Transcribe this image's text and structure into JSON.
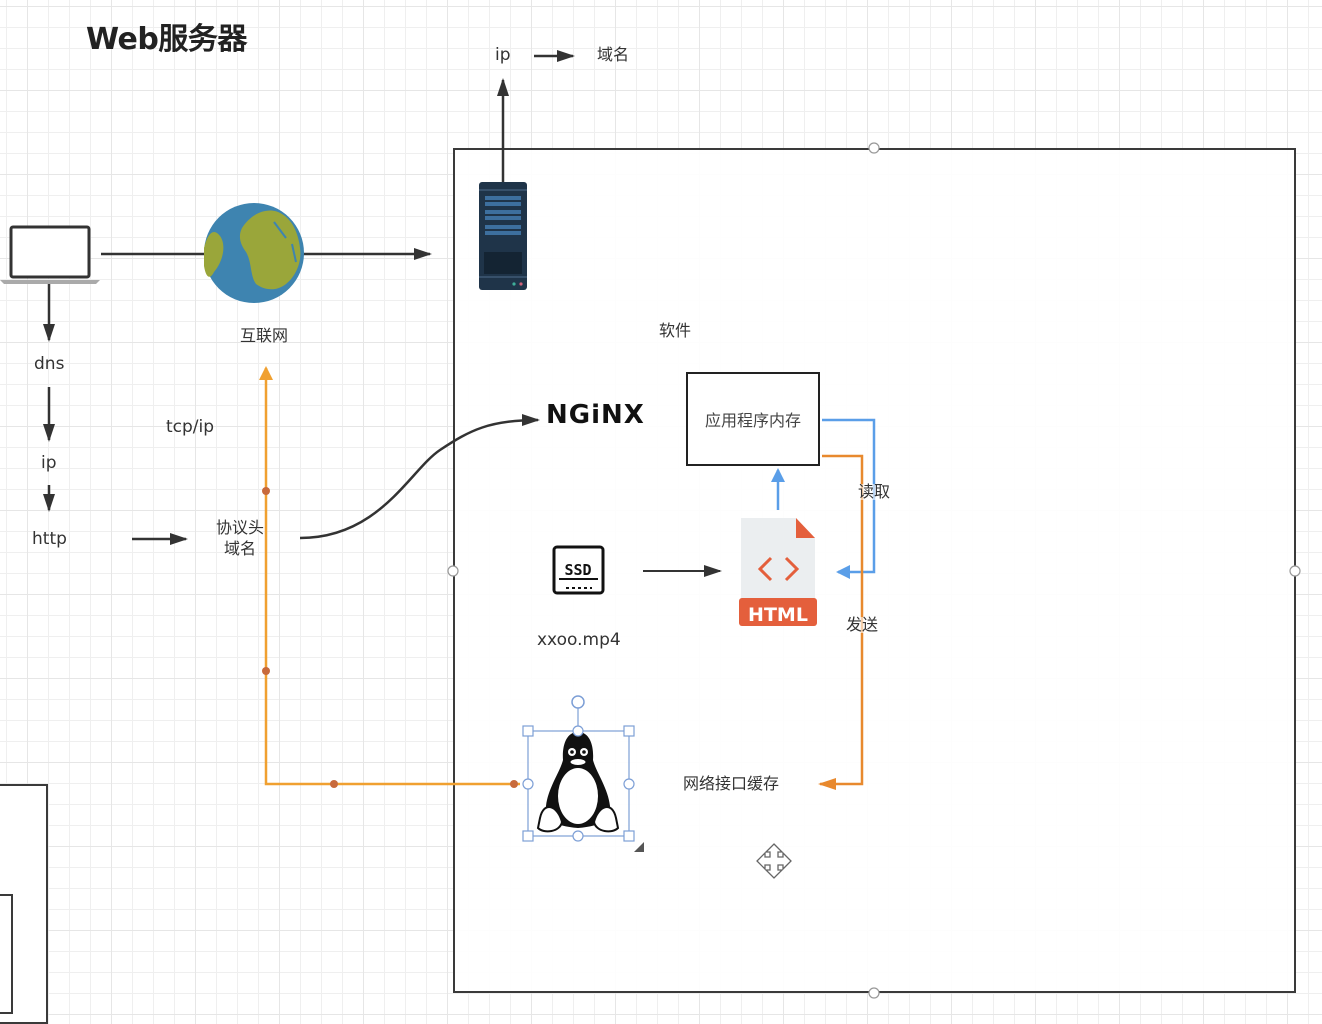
{
  "diagram": {
    "title": "Web服务器",
    "labels": {
      "internet": "互联网",
      "dns": "dns",
      "ip_left": "ip",
      "http": "http",
      "tcpip": "tcp/ip",
      "protocol_header": "协议头",
      "domain_left": "域名",
      "ip_top": "ip",
      "domain_top": "域名",
      "software": "软件",
      "nginx": "NGiNX",
      "app_memory": "应用程序内存",
      "read": "读取",
      "send": "发送",
      "file_name": "xxoo.mp4",
      "ssd": "SSD",
      "html": "HTML",
      "network_cache": "网络接口缓存"
    },
    "icons": [
      "laptop-icon",
      "globe-icon",
      "server-icon",
      "ssd-icon",
      "html-file-icon",
      "linux-penguin-icon",
      "move-cursor-icon"
    ],
    "colors": {
      "orange_flow": "#f0a030",
      "orange_send": "#e8892e",
      "blue_read": "#5a9ee8",
      "line": "#333333",
      "selection": "#7d9fd6",
      "html_red": "#e45f3c",
      "globe_ocean": "#3e84b0",
      "globe_land": "#9aa63a",
      "server_body": "#1f3449"
    }
  }
}
